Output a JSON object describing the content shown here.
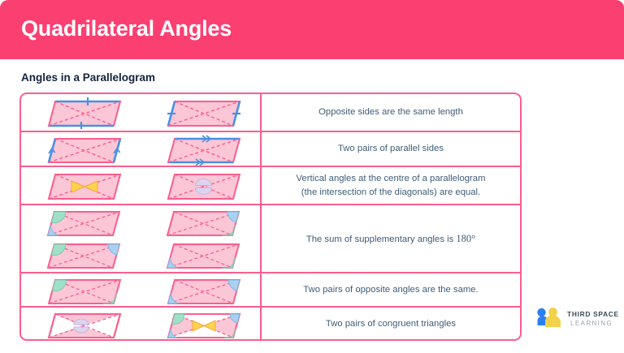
{
  "header": {
    "title": "Quadrilateral Angles",
    "bg_color": "#fb3f71",
    "text_color": "#ffffff"
  },
  "subtitle": "Angles in a Parallelogram",
  "table": {
    "border_color": "#fb5e8e",
    "text_color": "#3f5c77",
    "shape_fill": "#fbc6d6",
    "shape_stroke": "#fb5e8e",
    "accent_blue": "#4a90e2",
    "accent_yellow": "#ffd34d",
    "accent_green": "#9fe0c8",
    "accent_lavender": "#ded3ef",
    "rows": [
      {
        "id": "opposite-sides",
        "description": "Opposite sides are the same length",
        "figures": [
          {
            "name": "parallelogram-opposite-horizontal-sides",
            "marked": "horizontal",
            "marker": "tick"
          },
          {
            "name": "parallelogram-opposite-slanted-sides",
            "marked": "slanted",
            "marker": "tick"
          }
        ]
      },
      {
        "id": "parallel-sides",
        "description": "Two pairs of parallel sides",
        "figures": [
          {
            "name": "parallelogram-parallel-slanted-sides",
            "marked": "slanted",
            "marker": "single-arrow"
          },
          {
            "name": "parallelogram-parallel-horizontal-sides",
            "marked": "horizontal",
            "marker": "double-arrow"
          }
        ]
      },
      {
        "id": "vertical-angles",
        "description_line1": "Vertical angles at the centre of a parallelogram",
        "description_line2": "(the intersection of the diagonals) are equal.",
        "figures": [
          {
            "name": "parallelogram-vertical-angles-horizontal-pair",
            "marker": "yellow-bowtie"
          },
          {
            "name": "parallelogram-vertical-angles-vertical-pair",
            "marker": "lavender-circles"
          }
        ]
      },
      {
        "id": "supplementary-angles",
        "description_prefix": "The sum of supplementary angles is ",
        "description_value": "180",
        "description_suffix": "°",
        "figures": [
          {
            "name": "parallelogram-supplementary-left-side",
            "angles": "top-left-green bottom-left-blue"
          },
          {
            "name": "parallelogram-supplementary-right-side",
            "angles": "top-right-blue bottom-right-green"
          },
          {
            "name": "parallelogram-supplementary-top-side",
            "angles": "top-left-green top-right-blue"
          },
          {
            "name": "parallelogram-supplementary-bottom-side",
            "angles": "bottom-left-blue bottom-right-green"
          }
        ]
      },
      {
        "id": "opposite-angles",
        "description": "Two pairs of opposite angles are the same.",
        "figures": [
          {
            "name": "parallelogram-opposite-angles-green",
            "angles": "top-left-green bottom-right-green"
          },
          {
            "name": "parallelogram-opposite-angles-blue",
            "angles": "top-right-blue bottom-left-blue"
          }
        ]
      },
      {
        "id": "congruent-triangles",
        "description": "Two pairs of congruent triangles",
        "figures": [
          {
            "name": "parallelogram-congruent-triangles-top-bottom",
            "marker": "lavender-circles"
          },
          {
            "name": "parallelogram-congruent-triangles-left-right",
            "marker": "yellow-bowtie"
          }
        ]
      }
    ]
  },
  "logo": {
    "name_line1": "THIRD SPACE",
    "name_line2": "LEARNING",
    "blue": "#2d7ff0",
    "yellow": "#f2d14b"
  }
}
